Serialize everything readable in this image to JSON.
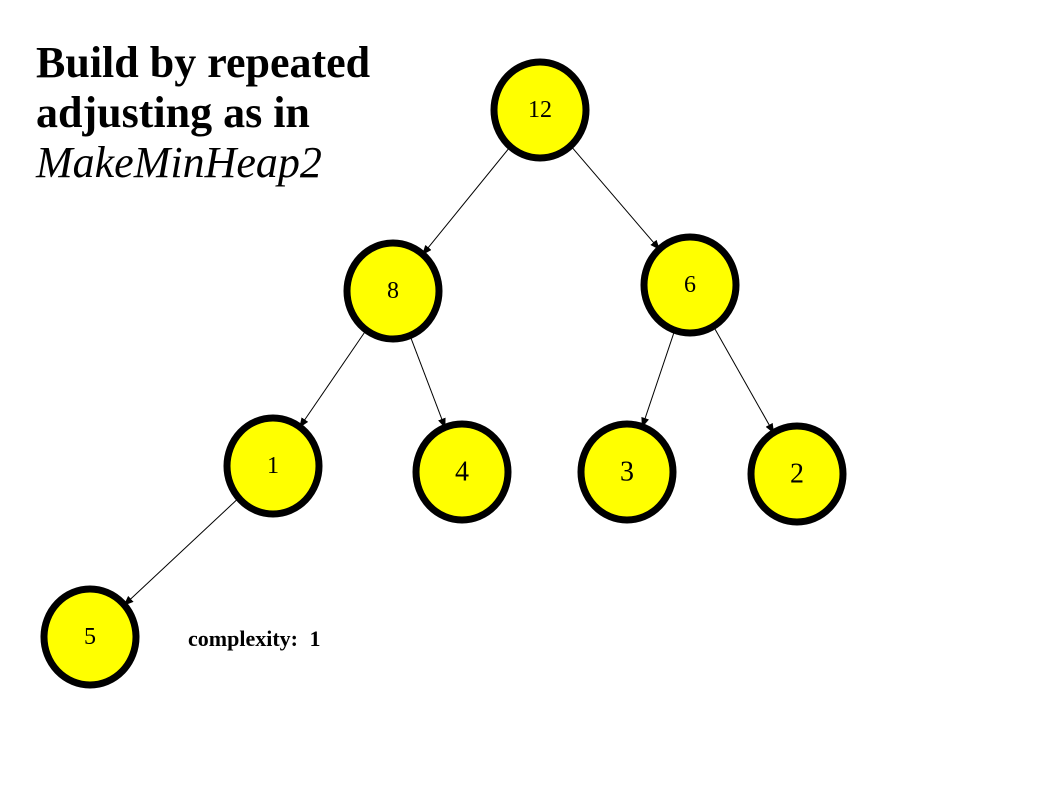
{
  "title": {
    "line1": "Build by repeated",
    "line2": "adjusting as in",
    "line3": "MakeMinHeap2"
  },
  "complexity": {
    "label": "complexity:",
    "value": "1"
  },
  "colors": {
    "node_fill": "#ffff00",
    "node_stroke": "#000000",
    "edge": "#000000",
    "text": "#000000"
  },
  "tree": {
    "nodes": [
      {
        "id": "n12",
        "value": "12"
      },
      {
        "id": "n8",
        "value": "8"
      },
      {
        "id": "n6",
        "value": "6"
      },
      {
        "id": "n1",
        "value": "1"
      },
      {
        "id": "n4",
        "value": "4"
      },
      {
        "id": "n3",
        "value": "3"
      },
      {
        "id": "n2",
        "value": "2"
      },
      {
        "id": "n5",
        "value": "5"
      }
    ],
    "edges": [
      {
        "from": "n12",
        "to": "n8"
      },
      {
        "from": "n12",
        "to": "n6"
      },
      {
        "from": "n8",
        "to": "n1"
      },
      {
        "from": "n8",
        "to": "n4"
      },
      {
        "from": "n6",
        "to": "n3"
      },
      {
        "from": "n6",
        "to": "n2"
      },
      {
        "from": "n1",
        "to": "n5"
      }
    ]
  }
}
